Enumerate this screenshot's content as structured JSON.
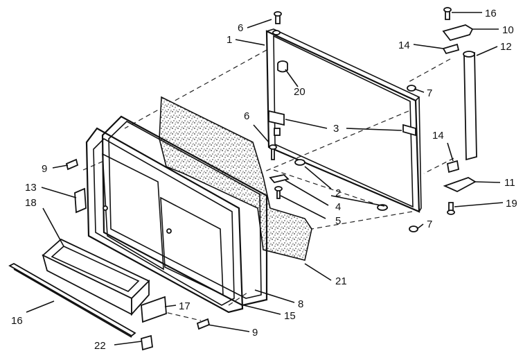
{
  "callouts": [
    {
      "id": "c1",
      "text": "1"
    },
    {
      "id": "c2",
      "text": "2"
    },
    {
      "id": "c3",
      "text": "3"
    },
    {
      "id": "c4",
      "text": "4"
    },
    {
      "id": "c5",
      "text": "5"
    },
    {
      "id": "c6a",
      "text": "6"
    },
    {
      "id": "c6b",
      "text": "6"
    },
    {
      "id": "c7a",
      "text": "7"
    },
    {
      "id": "c7b",
      "text": "7"
    },
    {
      "id": "c8",
      "text": "8"
    },
    {
      "id": "c9a",
      "text": "9"
    },
    {
      "id": "c9b",
      "text": "9"
    },
    {
      "id": "c10",
      "text": "10"
    },
    {
      "id": "c11",
      "text": "11"
    },
    {
      "id": "c12",
      "text": "12"
    },
    {
      "id": "c13",
      "text": "13"
    },
    {
      "id": "c14a",
      "text": "14"
    },
    {
      "id": "c14b",
      "text": "14"
    },
    {
      "id": "c15",
      "text": "15"
    },
    {
      "id": "c16a",
      "text": "16"
    },
    {
      "id": "c16b",
      "text": "16"
    },
    {
      "id": "c17",
      "text": "17"
    },
    {
      "id": "c18",
      "text": "18"
    },
    {
      "id": "c19",
      "text": "19"
    },
    {
      "id": "c20",
      "text": "20"
    },
    {
      "id": "c21",
      "text": "21"
    },
    {
      "id": "c22",
      "text": "22"
    }
  ]
}
